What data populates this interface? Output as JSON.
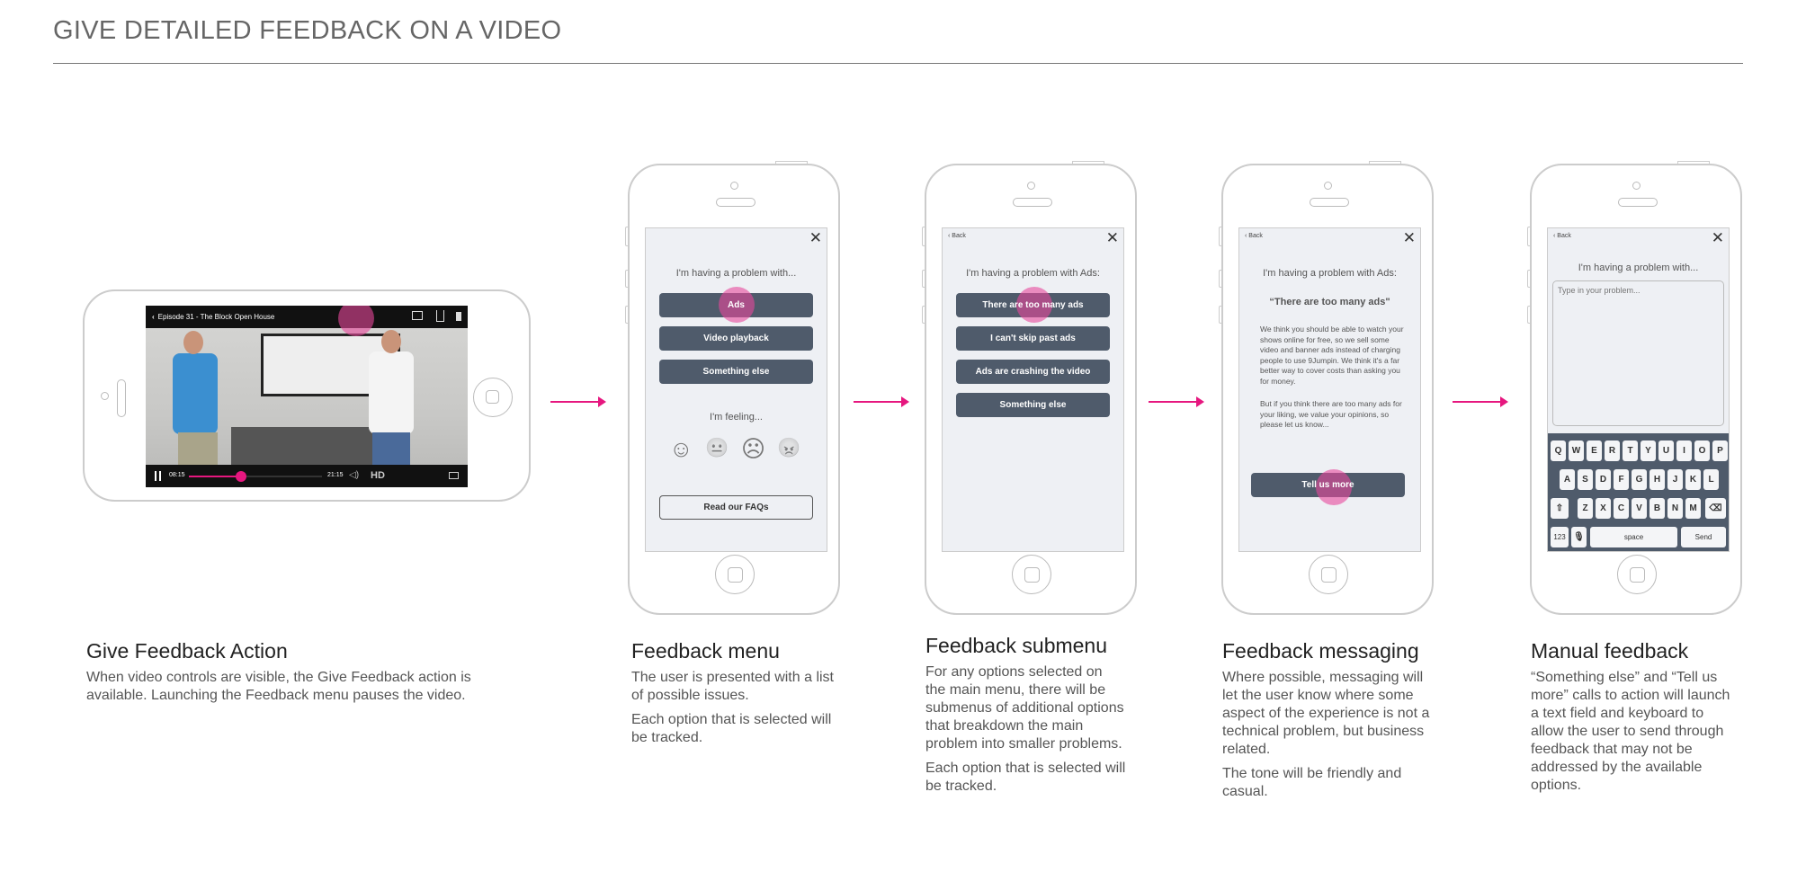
{
  "page_title": "GIVE DETAILED FEEDBACK ON A VIDEO",
  "colors": {
    "accent": "#e6177f",
    "button": "#4f5b6b",
    "screen_bg": "#eef0f4"
  },
  "player": {
    "episode_title": "Episode 31 - The Block Open House",
    "elapsed": "08:15",
    "duration": "21:15",
    "quality": "HD",
    "progress_percent": 39,
    "icons": [
      "back-icon",
      "feedback-icon",
      "share-icon",
      "bookmark-icon",
      "pause-icon",
      "volume-icon",
      "airplay-icon"
    ]
  },
  "menu": {
    "close": "✕",
    "heading": "I'm having a problem with...",
    "options": [
      "Ads",
      "Video playback",
      "Something else"
    ],
    "feeling_label": "I'm feeling...",
    "feelings": [
      "☺",
      "😐",
      "☹",
      "😠"
    ],
    "faq": "Read our FAQs"
  },
  "submenu": {
    "back": "‹ Back",
    "close": "✕",
    "heading": "I'm having a problem with Ads:",
    "options": [
      "There are too many ads",
      "I can't skip past ads",
      "Ads are crashing the video",
      "Something else"
    ]
  },
  "messaging": {
    "back": "‹ Back",
    "close": "✕",
    "heading": "I'm having a problem with Ads:",
    "quote": "“There are too many ads\"",
    "para1": "We think you should be able to watch your shows online for free, so we sell some video and banner ads instead of charging people to use 9Jumpin. We think it's a far better way to cover costs than asking you for money.",
    "para2": "But if you think there are too many ads for your liking, we value your opinions, so please let us know...",
    "cta": "Tell us more"
  },
  "manual": {
    "back": "‹ Back",
    "close": "✕",
    "heading": "I'm having a problem with...",
    "placeholder": "Type in your problem...",
    "row1": [
      "Q",
      "W",
      "E",
      "R",
      "T",
      "Y",
      "U",
      "I",
      "O",
      "P"
    ],
    "row2": [
      "A",
      "S",
      "D",
      "F",
      "G",
      "H",
      "J",
      "K",
      "L"
    ],
    "row3": [
      "Z",
      "X",
      "C",
      "V",
      "B",
      "N",
      "M"
    ],
    "shift": "⇧",
    "delete": "⌫",
    "num": "123",
    "mic": "🎙",
    "space": "space",
    "send": "Send"
  },
  "captions": [
    {
      "title": "Give Feedback Action",
      "paragraphs": [
        [
          "When video controls are visible, the Give Feedback action is",
          "available. Launching the Feedback menu pauses the video."
        ]
      ]
    },
    {
      "title": "Feedback menu",
      "paragraphs": [
        [
          "The user is presented with a list",
          "of possible issues."
        ],
        [
          "Each option that is selected will",
          "be tracked."
        ]
      ]
    },
    {
      "title": "Feedback submenu",
      "paragraphs": [
        [
          "For any options selected on",
          "the main menu, there will be",
          "submenus of additional options",
          "that breakdown the main",
          "problem into smaller problems."
        ],
        [
          "Each option that is selected will",
          "be tracked."
        ]
      ]
    },
    {
      "title": "Feedback messaging",
      "paragraphs": [
        [
          "Where possible, messaging will",
          "let the user know where some",
          "aspect of the experience is not a",
          "technical problem, but business",
          "related."
        ],
        [
          "The tone will be friendly and",
          "casual."
        ]
      ]
    },
    {
      "title": "Manual feedback",
      "paragraphs": [
        [
          "“Something else” and “Tell us",
          "more” calls to action will launch",
          "a text field and keyboard to",
          "allow the user to send through",
          "feedback that may not be",
          "addressed by the available",
          "options."
        ]
      ]
    }
  ]
}
